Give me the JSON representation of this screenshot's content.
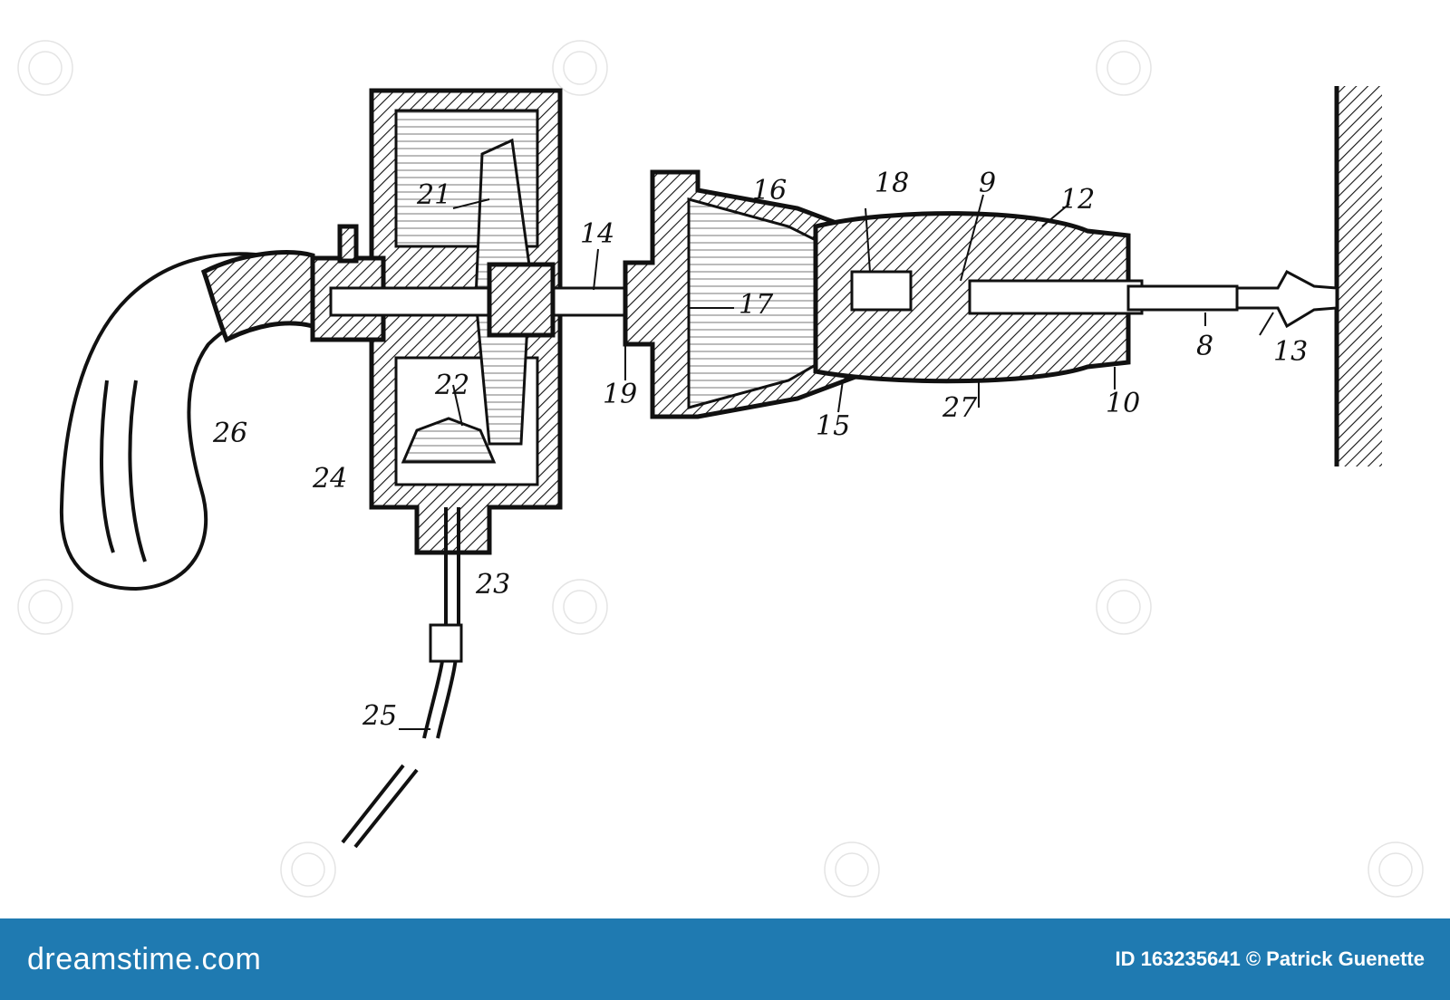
{
  "drawing": {
    "labels": {
      "l8": "8",
      "l9": "9",
      "l10": "10",
      "l12": "12",
      "l13": "13",
      "l14": "14",
      "l15": "15",
      "l16": "16",
      "l17": "17",
      "l18": "18",
      "l19": "19",
      "l21": "21",
      "l22": "22",
      "l23": "23",
      "l24": "24",
      "l25": "25",
      "l26": "26",
      "l27": "27"
    }
  },
  "footer": {
    "brand": "dreamstime.com",
    "credit": "ID 163235641 © Patrick Guenette",
    "background": "#1f7ab1"
  }
}
